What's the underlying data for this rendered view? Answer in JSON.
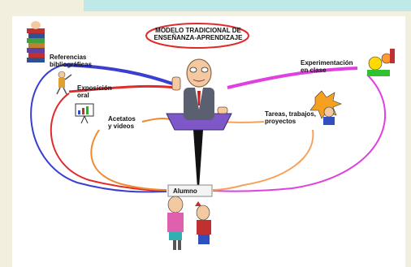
{
  "title": {
    "line1": "MODELO TRADICIONAL DE",
    "line2": "ENSEÑANZA-APRENDIZAJE"
  },
  "nodes": {
    "referencias": {
      "line1": "Referencias",
      "line2": "bibliográficas"
    },
    "exposicion": {
      "line1": "Exposición",
      "line2": "oral"
    },
    "acetatos": {
      "line1": "Acetatos",
      "line2": "y videos"
    },
    "experimentacion": {
      "line1": "Experimentación",
      "line2": "en clase"
    },
    "tareas": {
      "line1": "Tareas, trabajos,",
      "line2": "proyectos"
    },
    "alumno": "Alumno"
  },
  "colors": {
    "referencias_link": "#3a3fd0",
    "exposicion_link": "#e02b2b",
    "acetatos_link": "#f08a2c",
    "experimentacion_link": "#e040e0",
    "tareas_link": "#f7a05a",
    "alumno_link": "#111111",
    "title_oval": "#e02b2b"
  }
}
